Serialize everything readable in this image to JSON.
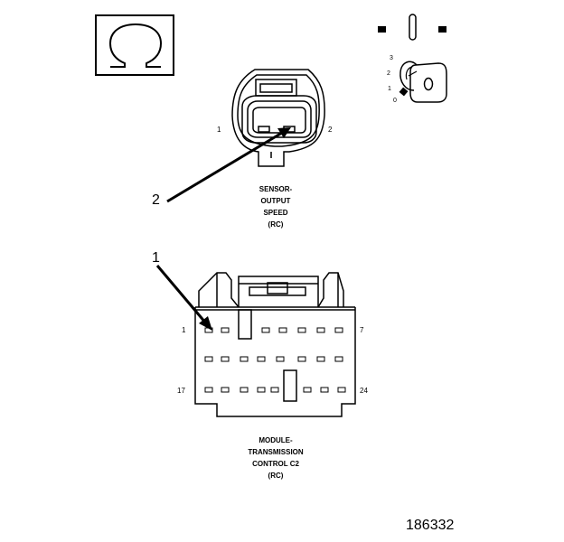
{
  "symbols": {
    "resistance_icon": "omega-icon",
    "ignition_icon": "ignition-key-icon"
  },
  "ignition": {
    "positions": [
      "3",
      "2",
      "1",
      "0"
    ]
  },
  "sensor_connector": {
    "title_lines": [
      "SENSOR-",
      "OUTPUT",
      "SPEED",
      "(RC)"
    ],
    "pin_left": "1",
    "pin_right": "2",
    "callout": "2"
  },
  "module_connector": {
    "title_lines": [
      "MODULE-",
      "TRANSMISSION",
      "CONTROL C2",
      "(RC)"
    ],
    "pin_top_left": "1",
    "pin_top_right": "7",
    "pin_bottom_left": "17",
    "pin_bottom_right": "24",
    "callout": "1"
  },
  "figure_id": "186332"
}
